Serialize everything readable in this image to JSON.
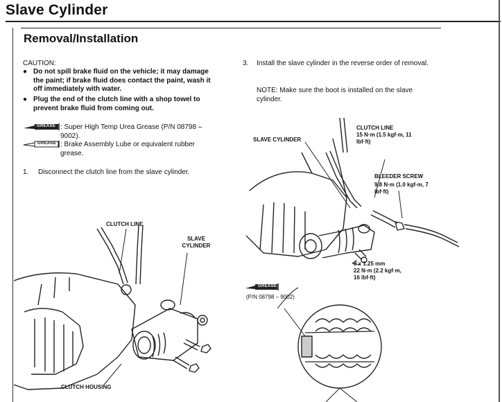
{
  "page": {
    "title": "Slave Cylinder",
    "section": "Removal/Installation"
  },
  "caution": {
    "heading": "CAUTION:",
    "items": [
      "Do not spill brake fluid on the vehicle; it may damage the paint; if brake fluid does contact the paint, wash it off immediately with water.",
      "Plug the end of the clutch line with a shop towel to prevent brake fluid from coming out."
    ]
  },
  "materials": {
    "grease_icon_label": "GREASE",
    "grease_text": ": Super High Temp Urea Grease (P/N 08798 – 9002).",
    "lube_icon_label": "GREASE",
    "lube_text": ": Brake Assembly Lube or equivalent rubber grease."
  },
  "steps": {
    "step1_num": "1.",
    "step1_text": "Disconnect the clutch line from the slave cylinder.",
    "step3_num": "3.",
    "step3_text": "Install the slave cylinder in the reverse order of removal.",
    "note": "NOTE: Make sure the boot is installed on the slave cylinder."
  },
  "left_figure": {
    "clutch_line": "CLUTCH LINE",
    "slave_cylinder": "SLAVE CYLINDER",
    "clutch_housing": "CLUTCH HOUSING"
  },
  "right_figure": {
    "slave_cylinder": "SLAVE CYLINDER",
    "clutch_line": "CLUTCH LINE",
    "clutch_line_torque": "15 N·m (1.5 kgf·m, 11 lbf·ft)",
    "bleeder_screw": "BLEEDER SCREW",
    "bleeder_torque": "9.8 N·m (1.0 kgf·m, 7 lbf·ft)",
    "bolt_size": "8 x 1.25 mm",
    "bolt_torque": "22 N·m (2.2 kgf·m, 16 lbf·ft)",
    "grease_icon_label": "GREASE",
    "grease_pn": "(P/N 08798 – 9002)"
  }
}
